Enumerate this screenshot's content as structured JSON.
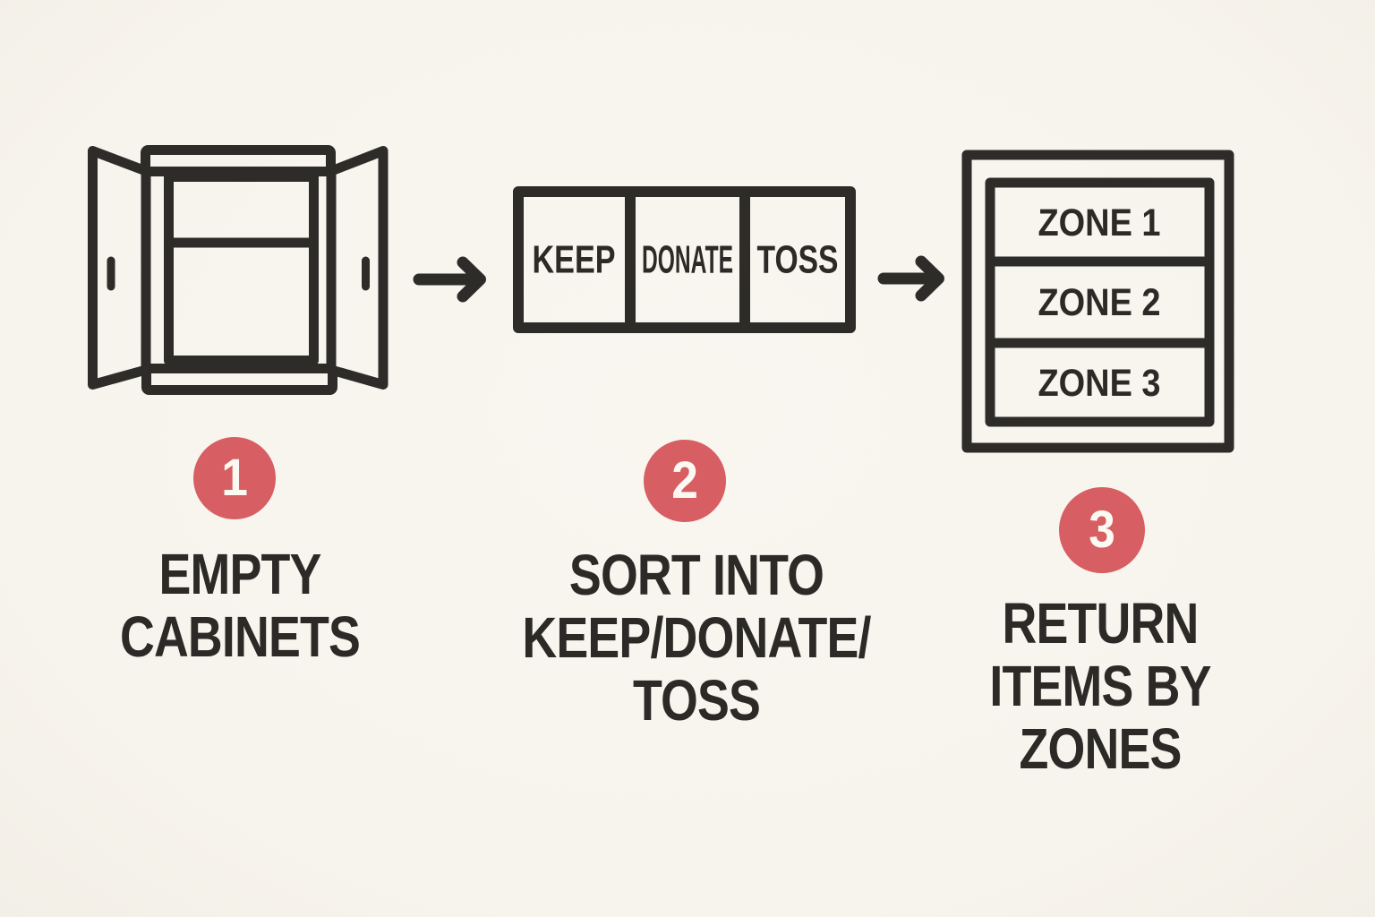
{
  "meta": {
    "background_color": "#F8F5EF",
    "ink_color": "#2D2C29",
    "accent_color": "#D75E62",
    "badge_number_color": "#FCF9F3"
  },
  "steps": [
    {
      "number": "1",
      "icon": "open-cabinet-icon",
      "title_lines": [
        "EMPTY",
        "CABINETS"
      ]
    },
    {
      "number": "2",
      "icon": "sorting-bins-icon",
      "title_lines": [
        "SORT INTO",
        "KEEP/DONATE/",
        "TOSS"
      ],
      "bins": [
        "KEEP",
        "DONATE",
        "TOSS"
      ]
    },
    {
      "number": "3",
      "icon": "zoned-shelf-icon",
      "title_lines": [
        "RETURN",
        "ITEMS BY",
        "ZONES"
      ],
      "zones": [
        "ZONE 1",
        "ZONE 2",
        "ZONE 3"
      ]
    }
  ],
  "arrows": [
    "arrow-right",
    "arrow-right"
  ]
}
